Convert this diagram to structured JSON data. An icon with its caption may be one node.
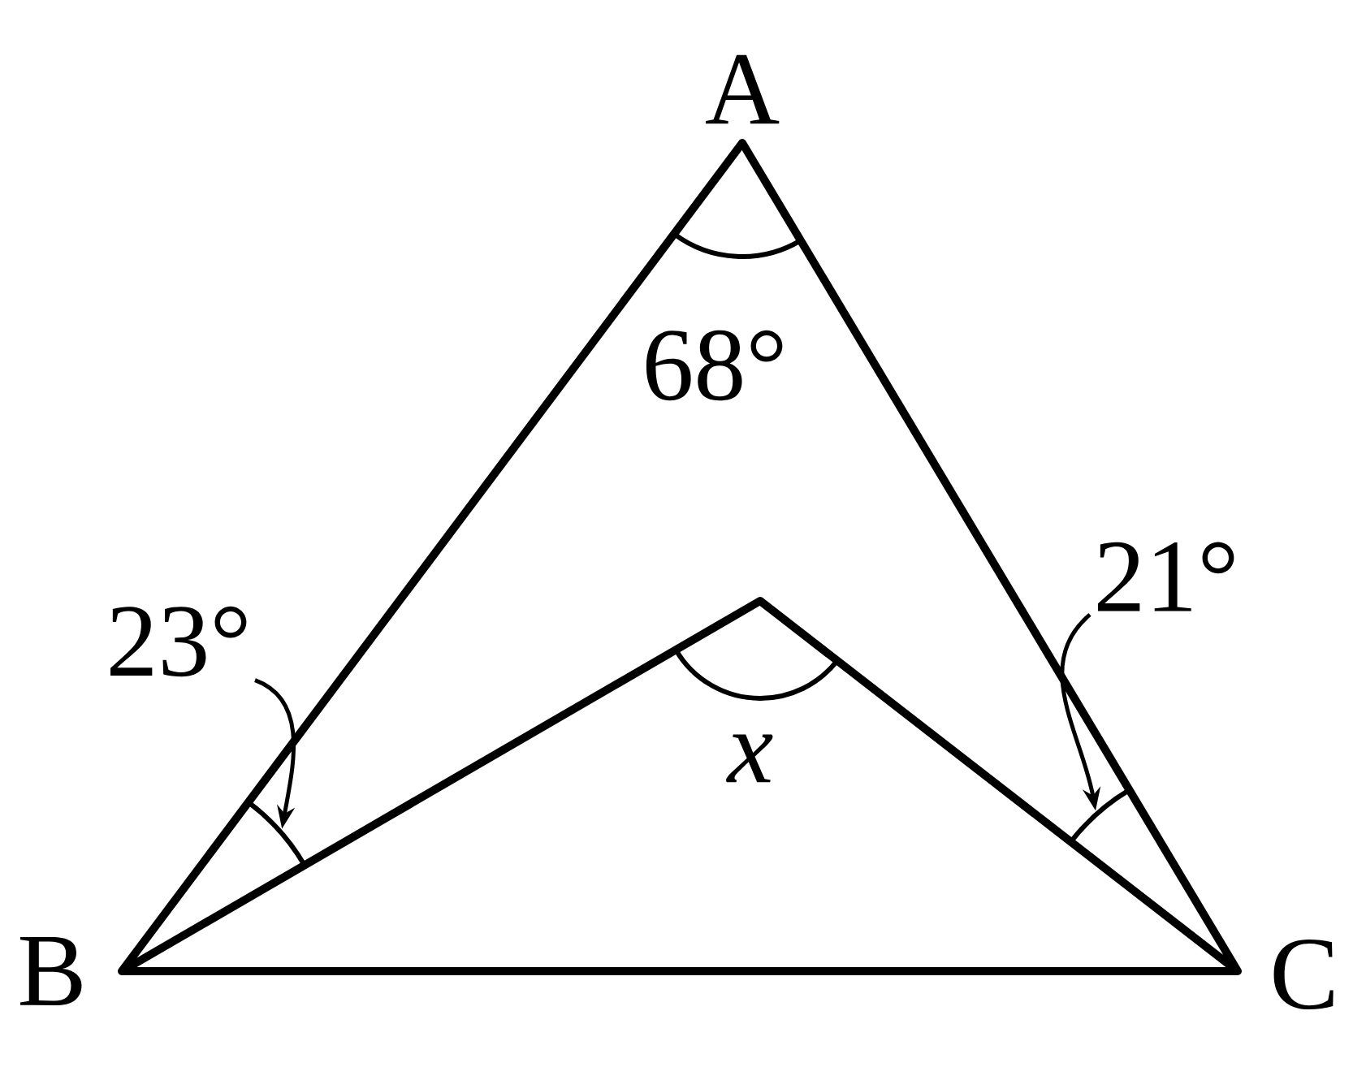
{
  "diagram": {
    "nodes": [
      {
        "text": [
          "23°"
        ]
      },
      {
        "text": [
          "21°"
        ]
      }
    ],
    "edges": [
      {
        "from": 0,
        "to": null,
        "arrow": "to"
      },
      {
        "from": 1,
        "to": null,
        "arrow": "to"
      }
    ],
    "labels": [
      "A",
      "68°",
      "x",
      "B",
      "C"
    ]
  }
}
